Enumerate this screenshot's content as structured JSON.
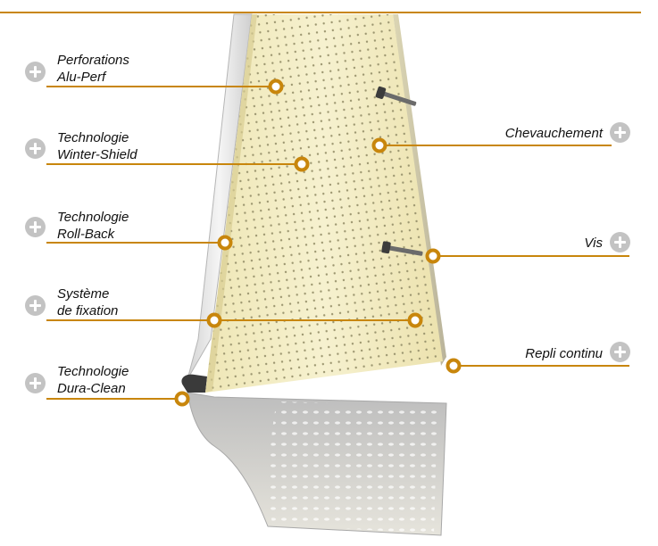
{
  "colors": {
    "accent": "#c8860c",
    "plus_icon": "#c3c3c3",
    "perforated_panel": "#f3ecc0",
    "metal": "#e8e8e8"
  },
  "callouts": {
    "alu_perf": {
      "line1": "Perforations",
      "line2": "Alu-Perf",
      "icon": "plus-circle-icon"
    },
    "winter_shield": {
      "line1": "Technologie",
      "line2": "Winter-Shield",
      "icon": "plus-circle-icon"
    },
    "roll_back": {
      "line1": "Technologie",
      "line2": "Roll-Back",
      "icon": "plus-circle-icon"
    },
    "fixation": {
      "line1": "Système",
      "line2": "de fixation",
      "icon": "plus-circle-icon"
    },
    "dura_clean": {
      "line1": "Technologie",
      "line2": "Dura-Clean",
      "icon": "plus-circle-icon"
    },
    "chevauchement": {
      "line1": "Chevauchement",
      "icon": "plus-circle-icon"
    },
    "vis": {
      "line1": "Vis",
      "icon": "plus-circle-icon"
    },
    "repli": {
      "line1": "Repli continu",
      "icon": "plus-circle-icon"
    }
  }
}
